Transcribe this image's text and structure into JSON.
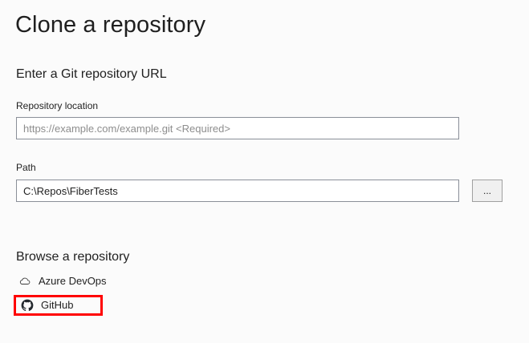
{
  "window": {
    "title": "Clone a repository",
    "background": "#fbfbfb",
    "accent_highlight": "#ff0000"
  },
  "url_section": {
    "heading": "Enter a Git repository URL",
    "location_field": {
      "label": "Repository location",
      "value": "",
      "placeholder": "https://example.com/example.git <Required>"
    },
    "path_field": {
      "label": "Path",
      "value": "C:\\Repos\\FiberTests",
      "placeholder": "",
      "browse_button_label": "..."
    }
  },
  "browse_section": {
    "heading": "Browse a repository",
    "items": [
      {
        "label": "Azure DevOps",
        "icon": "cloud-icon",
        "highlighted": false
      },
      {
        "label": "GitHub",
        "icon": "github-icon",
        "highlighted": true
      }
    ]
  }
}
